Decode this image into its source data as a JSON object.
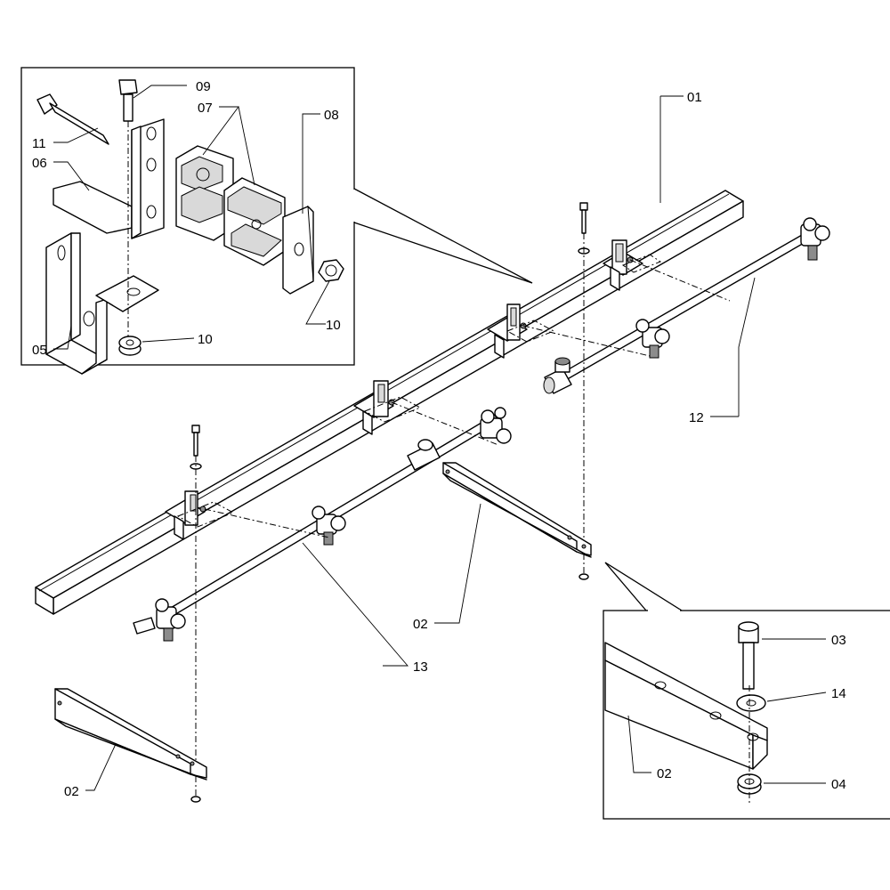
{
  "title": "Spray boom assembly exploded view",
  "labels": {
    "p01": "01",
    "p02_main": "02",
    "p02_left": "02",
    "p02_detail": "02",
    "p03": "03",
    "p04": "04",
    "p05": "05",
    "p06": "06",
    "p07": "07",
    "p08": "08",
    "p09": "09",
    "p10_top": "10",
    "p10_bottom": "10",
    "p11": "11",
    "p12": "12",
    "p13": "13",
    "p14": "14"
  }
}
